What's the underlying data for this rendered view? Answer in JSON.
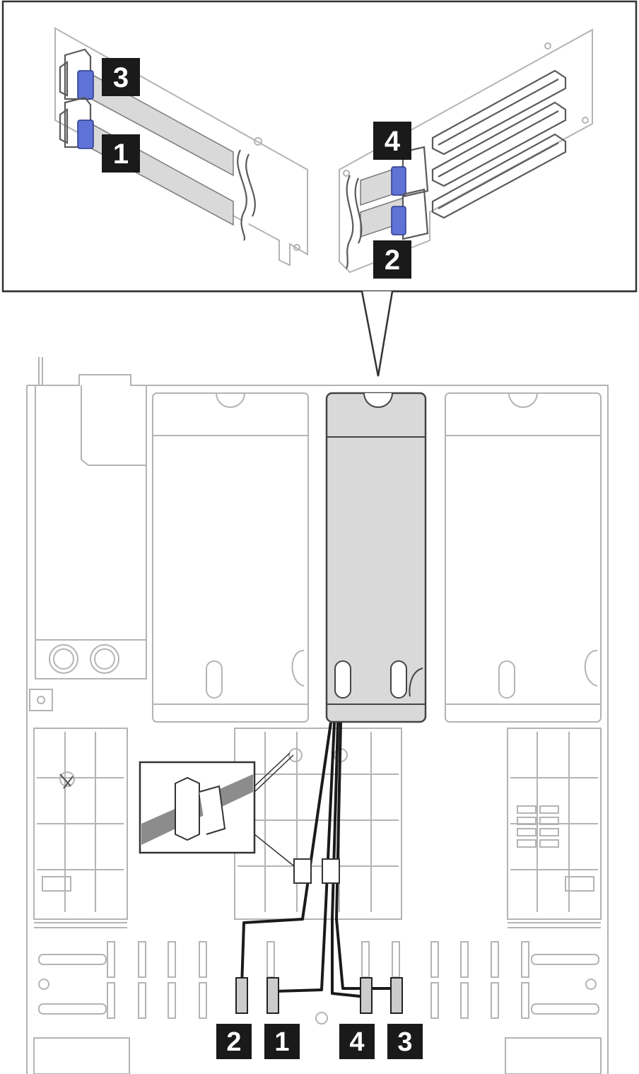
{
  "callouts": {
    "top_left_upper": "3",
    "top_left_lower": "1",
    "top_right_upper": "4",
    "top_right_lower": "2",
    "bottom_1": "2",
    "bottom_2": "1",
    "bottom_3": "4",
    "bottom_4": "3"
  },
  "colors": {
    "callout_bg": "#1a1a1a",
    "connector_tab": "#5f73d6",
    "cable_fill": "#d9d9d9",
    "outline": "#b4b4b4",
    "cable_routed": "#1a1a1a"
  }
}
